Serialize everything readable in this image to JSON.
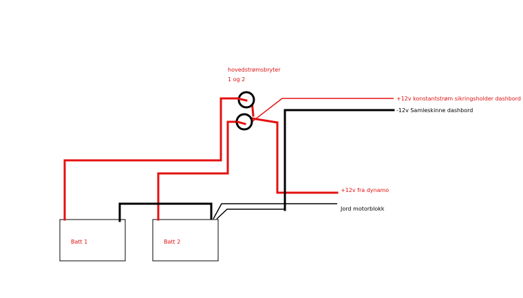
{
  "switch": {
    "title": "hovedstrømsbryter",
    "subtitle": "1 og 2"
  },
  "batteries": [
    {
      "label": "Batt 1"
    },
    {
      "label": "Batt 2"
    }
  ],
  "connections": {
    "constant_feed": "+12v konstantstrøm sikringsholder dashbord",
    "dash_busbar": "-12v Samleskinne dashbord",
    "dynamo": "+12v fra dynamo",
    "ground": "Jord motorblokk"
  },
  "colors": {
    "positive": "#e51010",
    "negative": "#000000",
    "background": "#ffffff"
  }
}
